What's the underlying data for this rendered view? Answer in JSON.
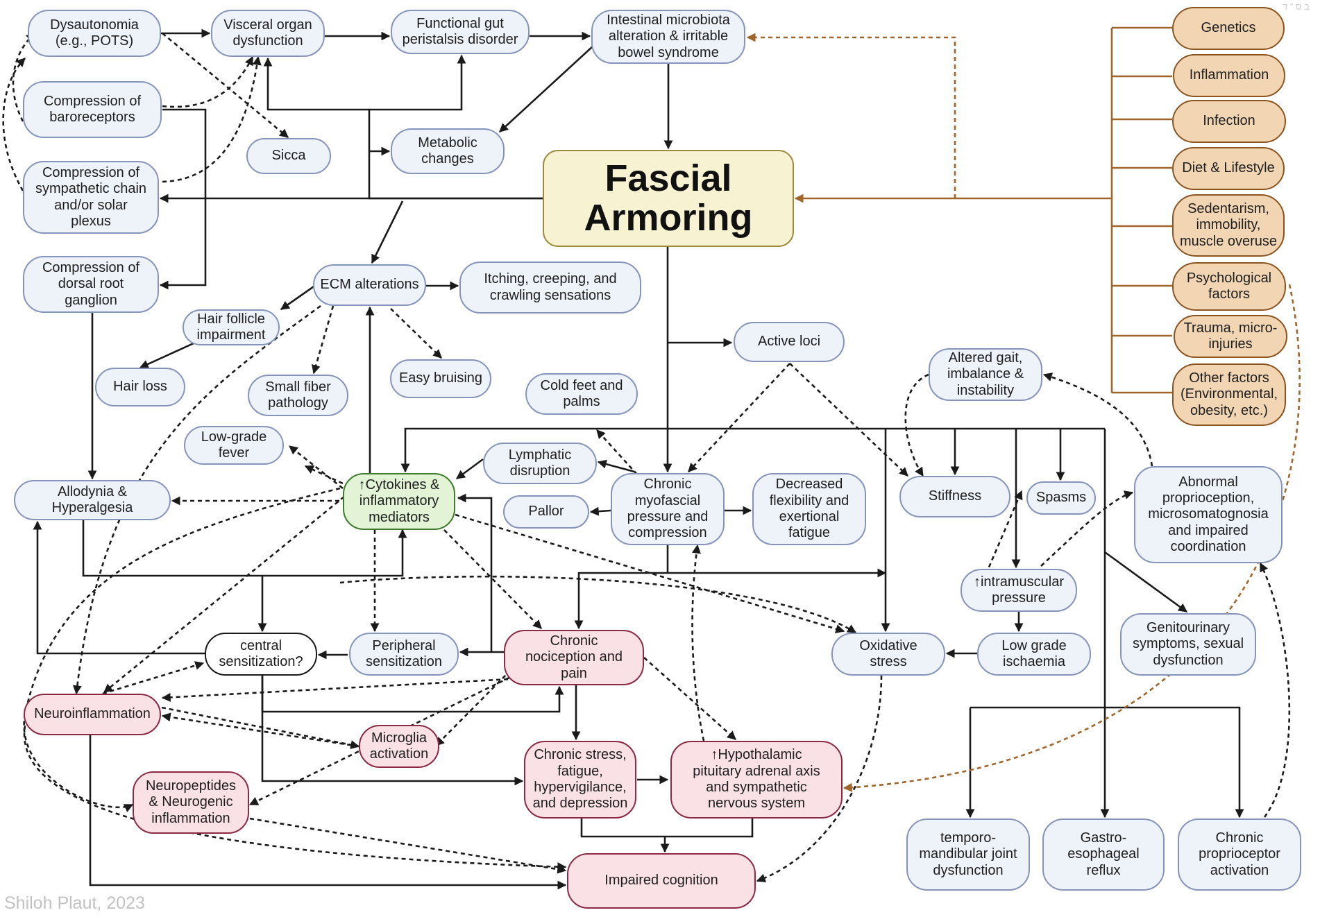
{
  "colors": {
    "node_fill": "#eef2f9",
    "node_border": "#8694ba",
    "pink_fill": "#f9e1e6",
    "pink_border": "#8b2a45",
    "green_fill": "#e2f3d6",
    "green_border": "#3f7b2c",
    "factor_fill": "#f2d6b4",
    "factor_border": "#8a5421",
    "main_fill": "#f6f2d2",
    "main_border": "#9a8a3a",
    "arrow": "#1a1a1a",
    "brown_arrow": "#a0652a"
  },
  "credit": "Shiloh Plaut, 2023",
  "corner_mark": "ב ס \" ד",
  "nodes": {
    "dysautonomia": "Dysautonomia\n(e.g., POTS)",
    "visceral": "Visceral organ\ndysfunction",
    "functional_gut": "Functional  gut\nperistalsis disorder",
    "microbiota": "Intestinal microbiota\nalteration & irritable\nbowel syndrome",
    "baroreceptors": "Compression of\nbaroreceptors",
    "sicca": "Sicca",
    "metabolic": "Metabolic\nchanges",
    "sympathetic": "Compression of\nsympathetic chain\nand/or solar\nplexus",
    "fascial": "Fascial\nArmoring",
    "dorsal_root": "Compression of\ndorsal root\nganglion",
    "ecm": "ECM alterations",
    "itching": "Itching, creeping, and\ncrawling sensations",
    "hair_follicle": "Hair follicle\nimpairment",
    "hair_loss": "Hair loss",
    "small_fiber": "Small fiber\npathology",
    "easy_bruising": "Easy bruising",
    "cold_feet": "Cold feet and\npalms",
    "active_loci": "Active loci",
    "altered_gait": "Altered gait,\nimbalance &\ninstability",
    "low_fever": "Low-grade\nfever",
    "lymphatic": "Lymphatic\ndisruption",
    "cytokines": "↑Cytokines &\ninflammatory\nmediators",
    "allodynia": "Allodynia &\nHyperalgesia",
    "pallor": "Pallor",
    "chronic_myofascial": "Chronic\nmyofascial\npressure and\ncompression",
    "decreased_flex": "Decreased\nflexibility and\nexertional\nfatigue",
    "stiffness": "Stiffness",
    "spasms": "Spasms",
    "abnormal_proprio": "Abnormal\nproprioception,\nmicrosomatognosia\nand impaired\ncoordination",
    "intramuscular": "↑intramuscular\npressure",
    "genitourinary": "Genitourinary\nsymptoms, sexual\ndysfunction",
    "central_sens": "central\nsensitization?",
    "peripheral_sens": "Peripheral\nsensitization",
    "chronic_noci": "Chronic\nnociception and\npain",
    "oxidative": "Oxidative\nstress",
    "low_grade_isch": "Low grade\nischaemia",
    "neuroinflammation": "Neuroinflammation",
    "microglia": "Microglia\nactivation",
    "chronic_stress": "Chronic stress,\nfatigue,\nhypervigilance,\nand depression",
    "hpa": "↑Hypothalamic\npituitary adrenal axis\nand sympathetic\nnervous system",
    "neuropeptides": "Neuropeptides\n& Neurogenic\ninflammation",
    "tmj": "temporo-\nmandibular joint\ndysfunction",
    "gerd": "Gastro-\nesophageal\nreflux",
    "chronic_proprio": "Chronic\nproprioceptor\nactivation",
    "impaired_cog": "Impaired cognition"
  },
  "factors": [
    "Genetics",
    "Inflammation",
    "Infection",
    "Diet & Lifestyle",
    "Sedentarism,\nimmobility,\nmuscle overuse",
    "Psychological\nfactors",
    "Trauma, micro-\ninjuries",
    "Other factors\n(Environmental,\nobesity, etc.)"
  ]
}
